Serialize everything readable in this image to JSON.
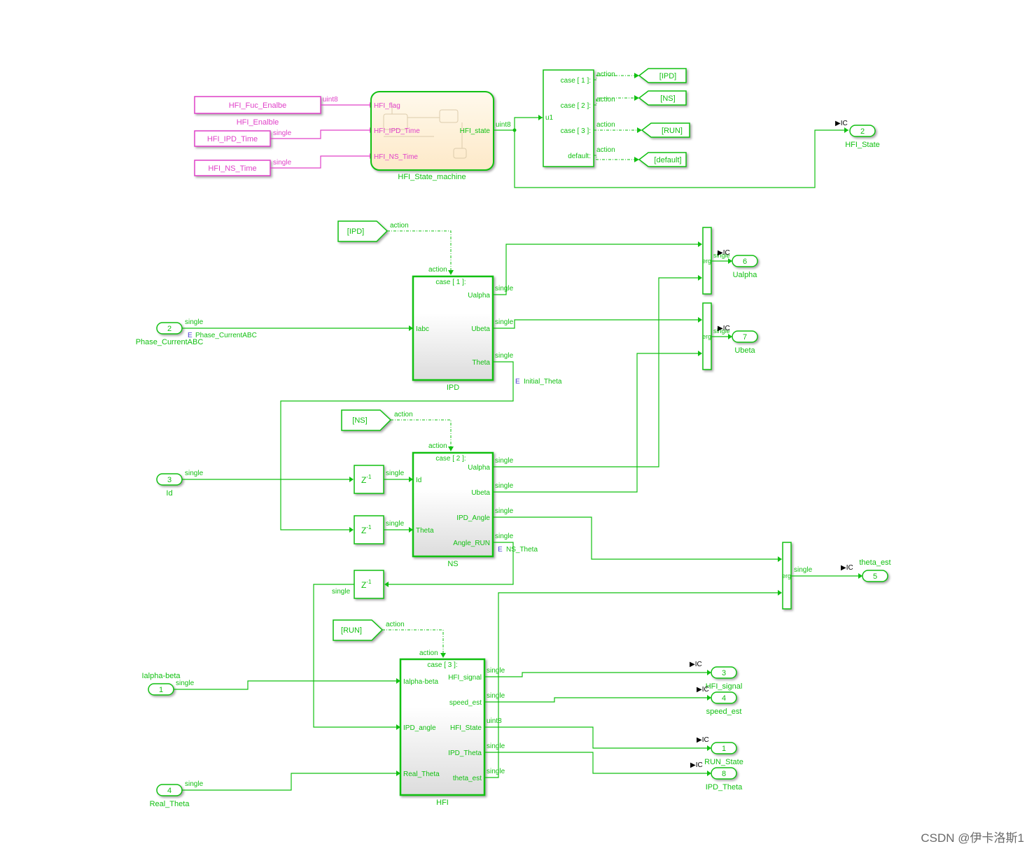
{
  "colors": {
    "signal": "#11c011",
    "input_mask": "#e040c8",
    "watermark": "#6a6a6a"
  },
  "inputs_top": [
    {
      "label": "HFI_Fuc_Enalbe",
      "caption": "HFI_Enalble",
      "type": "uint8"
    },
    {
      "label": "HFI_IPD_Time",
      "caption": "",
      "type": "single"
    },
    {
      "label": "HFI_NS_Time",
      "caption": "",
      "type": "single"
    }
  ],
  "state_machine": {
    "name": "HFI_State_machine",
    "ports_in": [
      "HFI_flag",
      "HFI_IPD_Time",
      "HFI_NS_Time"
    ],
    "port_out": "HFI_state",
    "out_type": "uint8"
  },
  "switch_case": {
    "input": "u1",
    "cases": [
      "case [ 1 ]:",
      "case [ 2 ]:",
      "case [ 3 ]:",
      "default:"
    ],
    "action_label": "action",
    "goto_tags": [
      "[IPD]",
      "[NS]",
      "[RUN]",
      "[default]"
    ]
  },
  "hfi_state_out": {
    "num": "2",
    "name": "HFI_State",
    "ic": "IC"
  },
  "ipd": {
    "from_tag": "[IPD]",
    "action": "action",
    "case": "case [ 1 ]:",
    "name": "IPD",
    "in_ports": [
      "Iabc"
    ],
    "out_ports": [
      "Ualpha",
      "Ubeta",
      "Theta"
    ],
    "out_type": "single"
  },
  "ns": {
    "from_tag": "[NS]",
    "action": "action",
    "case": "case [ 2 ]:",
    "name": "NS",
    "in_ports": [
      "Id",
      "Theta"
    ],
    "out_ports": [
      "Ualpha",
      "Ubeta",
      "IPD_Angle",
      "Angle_RUN"
    ],
    "out_type": "single"
  },
  "hfi": {
    "from_tag": "[RUN]",
    "action": "action",
    "case": "case [ 3 ]:",
    "name": "HFI",
    "in_ports": [
      "Ialpha-beta",
      "IPD_angle",
      "Real_Theta"
    ],
    "out_ports": [
      "HFI_signal",
      "speed_est",
      "HFI_State",
      "IPD_Theta",
      "theta_est"
    ],
    "out_types": [
      "single",
      "single",
      "uint8",
      "single",
      "single"
    ]
  },
  "inports": [
    {
      "num": "2",
      "name": "Phase_CurrentABC",
      "type": "single"
    },
    {
      "num": "3",
      "name": "Id",
      "type": "single"
    },
    {
      "num": "1",
      "name": "",
      "type": "single",
      "top_label": "Ialpha-beta"
    },
    {
      "num": "4",
      "name": "Real_Theta",
      "type": "single"
    }
  ],
  "delay_label": "Z",
  "delay_exp": "-1",
  "merge_label": "erg",
  "bus_labels": {
    "phase": "Phase_CurrentABC",
    "initial": "Initial_Theta",
    "ns_theta": "NS_Theta"
  },
  "outports": [
    {
      "num": "6",
      "name": "Ualpha",
      "ic": "IC",
      "type": "single"
    },
    {
      "num": "7",
      "name": "Ubeta",
      "ic": "IC",
      "type": "single"
    },
    {
      "num": "5",
      "name": "theta_est",
      "ic": "IC",
      "type": "single"
    },
    {
      "num": "3",
      "name": "HFI_signal",
      "ic": "IC"
    },
    {
      "num": "4",
      "name": "speed_est",
      "ic": "IC"
    },
    {
      "num": "1",
      "name": "RUN_State",
      "ic": "IC"
    },
    {
      "num": "8",
      "name": "IPD_Theta",
      "ic": "IC"
    }
  ],
  "type_single": "single",
  "watermark": "CSDN @伊卡洛斯1"
}
